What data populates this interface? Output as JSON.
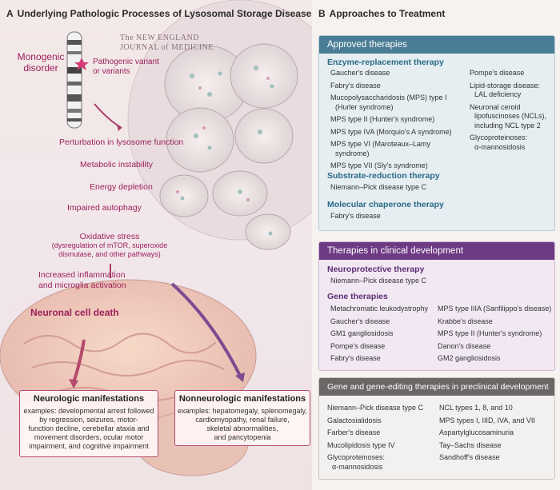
{
  "panel_a": {
    "letter": "A",
    "title": "Underlying Pathologic Processes of Lysosomal Storage Diseases",
    "journal_line1": "The NEW ENGLAND",
    "journal_line2": "JOURNAL of MEDICINE",
    "monogenic": [
      "Monogenic",
      "disorder"
    ],
    "variant": [
      "Pathogenic variant",
      "or variants"
    ],
    "steps": {
      "perturbation": "Perturbation in lysosome function",
      "metabolic": "Metabolic instability",
      "energy": "Energy depletion",
      "autophagy": "Impaired autophagy",
      "oxidative": "Oxidative stress",
      "oxidative_detail": [
        "(dysregulation of mTOR, superoxide",
        "dismutase, and other pathways)"
      ],
      "inflammation": [
        "Increased inflammation",
        "and microglia activation"
      ],
      "death": "Neuronal cell death"
    },
    "neurologic": {
      "title": "Neurologic manifestations",
      "lines": [
        "examples: developmental arrest followed",
        "by regression, seizures, motor-",
        "function decline, cerebellar ataxia and",
        "movement disorders, ocular motor",
        "impairment, and cognitive impairment"
      ]
    },
    "nonneurologic": {
      "title": "Nonneurologic manifestations",
      "lines": [
        "examples: hepatomegaly, splenomegaly,",
        "cardiomyopathy, renal failure,",
        "skeletal abnormalities,",
        "and pancytopenia"
      ]
    }
  },
  "panel_b": {
    "letter": "B",
    "title": "Approaches to Treatment",
    "approved": {
      "header": "Approved therapies",
      "ert_title": "Enzyme-replacement therapy",
      "ert_left": [
        "Gaucher's disease",
        "Fabry's disease",
        "Mucopolysaccharidosis (MPS) type I",
        "(Hurler syndrome)",
        "MPS type II (Hunter's syndrome)",
        "MPS type IVA (Morquio's A syndrome)",
        "MPS type VI (Maroteaux–Lamy",
        "syndrome)",
        "MPS type VII (Sly's syndrome)"
      ],
      "ert_right": [
        "Pompe's disease",
        "Lipid-storage disease:",
        "LAL deficiency",
        "Neuronal ceroid",
        "lipofuscinoses (NCLs),",
        "including NCL type 2",
        "Glycoproteinoses:",
        "α-mannosidosis"
      ],
      "srt_title": "Substrate-reduction therapy",
      "srt_items": [
        "Niemann–Pick disease type C"
      ],
      "chap_title": "Molecular chaperone therapy",
      "chap_items": [
        "Fabry's disease"
      ]
    },
    "clinical": {
      "header": "Therapies in clinical development",
      "neuro_title": "Neuroprotective therapy",
      "neuro_items": [
        "Niemann–Pick disease type C"
      ],
      "gene_title": "Gene therapies",
      "gene_left": [
        "Metachromatic leukodystrophy",
        "Gaucher's disease",
        "GM1 gangliosidosis",
        "Pompe's disease",
        "Fabry's disease"
      ],
      "gene_right": [
        "MPS type IIIA (Sanfilippo's disease)",
        "Krabbe's disease",
        "MPS type II (Hunter's syndrome)",
        "Danon's disease",
        "GM2 gangliosidosis"
      ]
    },
    "preclinical": {
      "header": "Gene and gene-editing therapies in preclinical development",
      "left": [
        "Niemann–Pick disease type C",
        "Galactosialidosis",
        "Farber's disease",
        "Mucolipidosis type IV",
        "Glycoproteinoses:",
        "α-mannosidosis"
      ],
      "right": [
        "NCL types 1, 8, and 10",
        "MPS types I, IIID, IVA, and VII",
        "Aspartylglucosaminuria",
        "Tay–Sachs disease",
        "Sandhoff's disease"
      ]
    }
  },
  "colors": {
    "approved_header": "#4a7d95",
    "clinical_header": "#6d3a83",
    "preclinical_header": "#6b6766",
    "pathway_text": "#9c1f5b"
  },
  "icons": [
    "chromosome-icon",
    "variant-star-icon",
    "lysosome-illustration",
    "brain-illustration"
  ]
}
